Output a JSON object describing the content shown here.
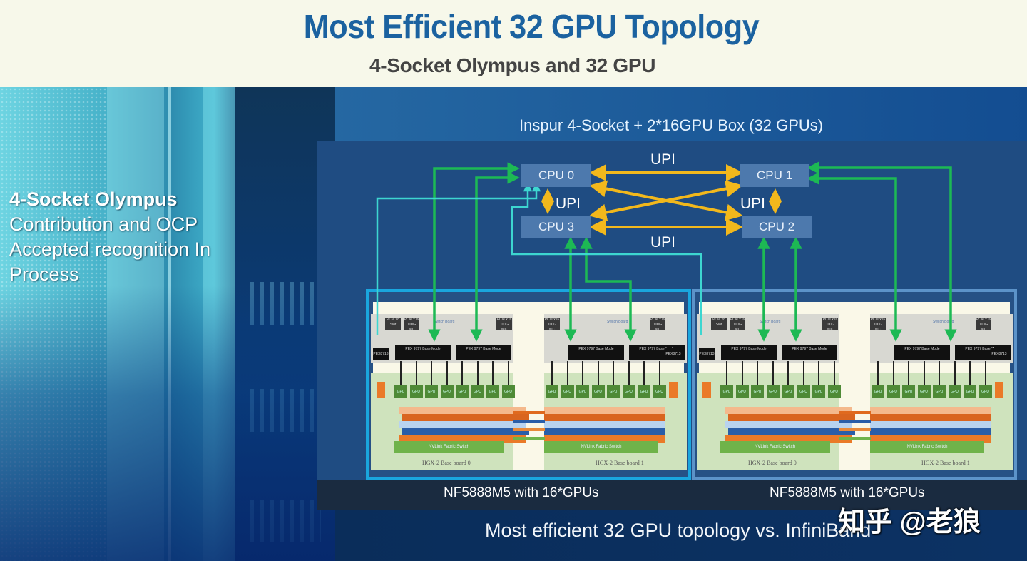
{
  "header": {
    "title": "Most Efficient 32 GPU Topology",
    "subtitle": "4-Socket Olympus and 32 GPU"
  },
  "left_text": {
    "heading": "4-Socket Olympus",
    "lines": [
      "Contribution and OCP",
      "Accepted recognition In",
      "Process"
    ]
  },
  "diagram": {
    "heading": "Inspur 4-Socket + 2*16GPU Box (32 GPUs)",
    "cpus": [
      "CPU 0",
      "CPU 1",
      "CPU 2",
      "CPU 3"
    ],
    "upi_labels": [
      "UPI",
      "UPI",
      "UPI",
      "UPI"
    ],
    "colors": {
      "upi_link": "#f2b81c",
      "pcie_link": "#1db954",
      "cyan_link": "#3dd6d0",
      "box_border_left": "#1aa6de",
      "box_border_right": "#5c93c9",
      "cpu_fill": "#4d79ad",
      "panel": "#1f4c82",
      "title": "#1b62a0"
    },
    "boxes": [
      {
        "caption": "NF5888M5 with 16*GPUs",
        "boards": [
          {
            "label": "HGX-2 Base board 0",
            "switch_board": "Switch Board",
            "plx": [
              "PEX 9797 Base Mode",
              "PEX 9797 Base Mode"
            ],
            "side_chip": "PEX8713",
            "nics": [
              "PCIe x8 Slot",
              "PCIe x16 100G NIC",
              "PCIe x16 100G NIC"
            ],
            "gpu_label": "GPU",
            "gpu_count": 8,
            "nvswitch": "NVLink Fabric Switch"
          },
          {
            "label": "HGX-2 Base board 1",
            "switch_board": "Switch Board",
            "plx": [
              "PEX 9797 Base Mode",
              "PEX 9797 Base Mode"
            ],
            "side_chip": "PEX8713",
            "nics": [
              "PCIe x16 100G NIC",
              "PCIe x16 100G NIC"
            ],
            "gpu_label": "GPU",
            "gpu_count": 8,
            "nvswitch": "NVLink Fabric Switch"
          }
        ]
      },
      {
        "caption": "NF5888M5 with 16*GPUs",
        "boards": [
          {
            "label": "HGX-2 Base board 0",
            "switch_board": "Switch Board",
            "plx": [
              "PEX 9797 Base Mode",
              "PEX 9797 Base Mode"
            ],
            "side_chip": "PEX8713",
            "nics": [
              "PCIe x8 Slot",
              "PCIe x16 100G NIC",
              "PCIe x16 100G NIC"
            ],
            "gpu_label": "GPU",
            "gpu_count": 8,
            "nvswitch": "NVLink Fabric Switch"
          },
          {
            "label": "HGX-2 Base board 1",
            "switch_board": "Switch Board",
            "plx": [
              "PEX 9797 Base Mode",
              "PEX 9797 Base Mode"
            ],
            "side_chip": "PEX8713",
            "nics": [
              "PCIe x16 100G NIC",
              "PCIe x16 100G NIC"
            ],
            "gpu_label": "GPU",
            "gpu_count": 8,
            "nvswitch": "NVLink Fabric Switch"
          }
        ]
      }
    ]
  },
  "footer": {
    "text": "Most efficient 32 GPU topology vs. InfiniBand",
    "watermark": "知乎 @老狼"
  }
}
